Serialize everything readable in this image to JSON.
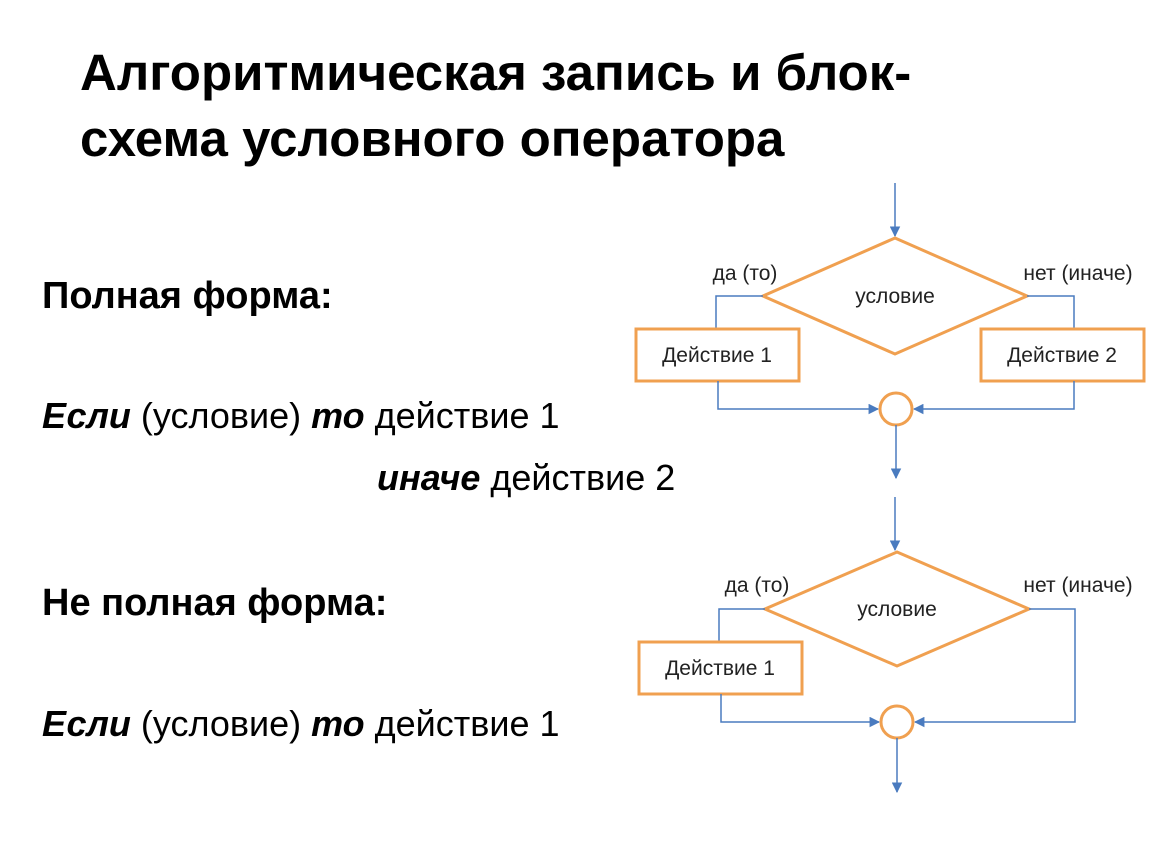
{
  "title": "Алгоритмическая запись  и блок-схема условного оператора",
  "full_form": {
    "heading": "Полная форма:",
    "line1": {
      "kw_if": "Если",
      "cond": " (условие) ",
      "kw_then": "то",
      "action": " действие 1"
    },
    "line2": {
      "kw_else": "иначе",
      "action": " действие 2"
    },
    "flowchart": {
      "yes_label": "да (то)",
      "no_label": "нет (иначе)",
      "condition": "условие",
      "action1": "Действие 1",
      "action2": "Действие 2"
    }
  },
  "partial_form": {
    "heading": "Не полная форма:",
    "line1": {
      "kw_if": "Если",
      "cond": " (условие) ",
      "kw_then": "то",
      "action": " действие 1"
    },
    "flowchart": {
      "yes_label": "да (то)",
      "no_label": "нет (иначе)",
      "condition": "условие",
      "action1": "Действие 1"
    }
  },
  "colors": {
    "shape_stroke": "#f0a050",
    "connector": "#4a7bbf",
    "text": "#222222"
  }
}
